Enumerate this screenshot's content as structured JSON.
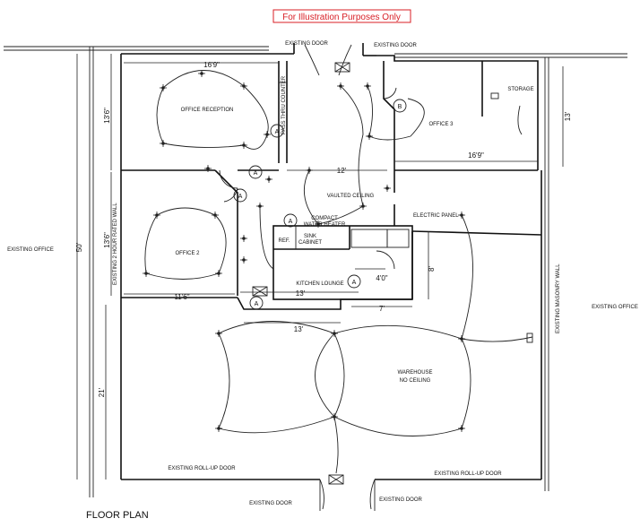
{
  "notice": "For Illustration Purposes Only",
  "plan_title": "FLOOR PLAN",
  "rooms": {
    "office_reception": "OFFICE RECEPTION",
    "office_2": "OFFICE 2",
    "office_3": "OFFICE 3",
    "storage": "STORAGE",
    "vaulted_ceiling": "VAULTED CEILING",
    "kitchen_lounge": "KITCHEN LOUNGE",
    "warehouse_line1": "WAREHOUSE",
    "warehouse_line2": "NO CEILING"
  },
  "fixtures": {
    "pass_thru_counter": "PASS THRU COUNTER",
    "compact_water_heater_line1": "COMPACT",
    "compact_water_heater_line2": "WATER HEATER",
    "refrigerator": "REF.",
    "sink_cabinet_line1": "SINK",
    "sink_cabinet_line2": "CABINET",
    "electric_panel": "ELECTRIC PANEL"
  },
  "context_labels": {
    "existing_office_left": "EXISTING OFFICE",
    "existing_office_right": "EXISTING OFFICE",
    "existing_door_top_left": "EXISTING DOOR",
    "existing_door_top_right": "EXISTING DOOR",
    "existing_door_bottom_left": "EXISTING DOOR",
    "existing_door_bottom_right": "EXISTING DOOR",
    "rollup_door_left": "EXISTING ROLL-UP DOOR",
    "rollup_door_right": "EXISTING ROLL-UP DOOR",
    "left_wall": "EXISTING 2 HOUR RATED WALL",
    "right_wall": "EXISTING MASONRY WALL"
  },
  "dimensions": {
    "reception_width": "16'9\"",
    "office3_width": "16'9\"",
    "vaulted_width": "12'",
    "office2_width": "11'6\"",
    "kitchen_width": "13'",
    "warehouse_top_width": "13'",
    "small_width": "7'",
    "sink_depth": "4'0\"",
    "kitchen_height": "8'",
    "right_height": "13'",
    "overall_height": "50'",
    "left_upper": "13'6\"",
    "left_middle": "13'6\"",
    "left_lower": "21'"
  },
  "tags": {
    "a": "A",
    "b": "B"
  }
}
